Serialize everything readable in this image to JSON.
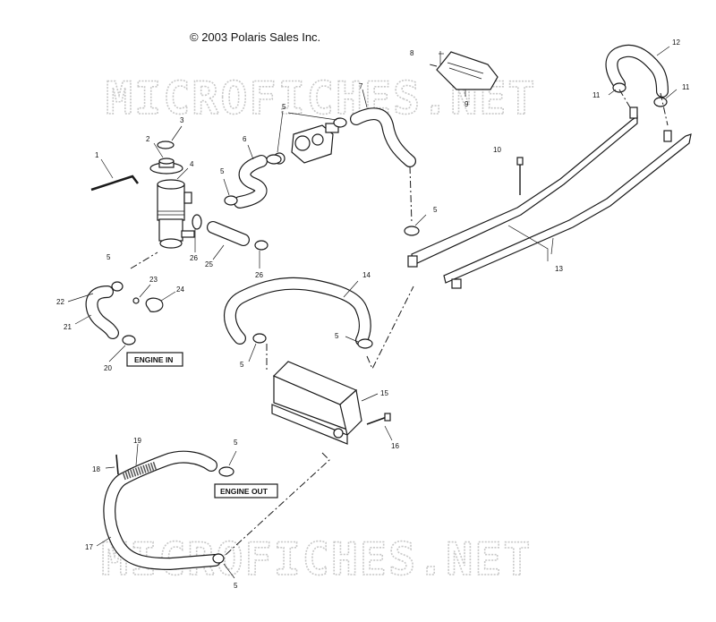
{
  "header": {
    "copyright": "© 2003 Polaris Sales Inc."
  },
  "watermark": {
    "text": "MICROFICHES.NET"
  },
  "labels": {
    "engine_in": "ENGINE IN",
    "engine_out": "ENGINE OUT"
  },
  "callouts": {
    "c1": "1",
    "c2": "2",
    "c3": "3",
    "c4": "4",
    "c5a": "5",
    "c5b": "5",
    "c5c": "5",
    "c5d": "5",
    "c5e": "5",
    "c5f": "5",
    "c5g": "5",
    "c5h": "5",
    "c6": "6",
    "c7": "7",
    "c8": "8",
    "c9": "9",
    "c10": "10",
    "c11a": "11",
    "c11b": "11",
    "c12": "12",
    "c13": "13",
    "c14": "14",
    "c15": "15",
    "c16": "16",
    "c17": "17",
    "c18": "18",
    "c19": "19",
    "c20": "20",
    "c21": "21",
    "c22": "22",
    "c23": "23",
    "c24": "24",
    "c25": "25",
    "c26a": "26",
    "c26b": "26"
  }
}
